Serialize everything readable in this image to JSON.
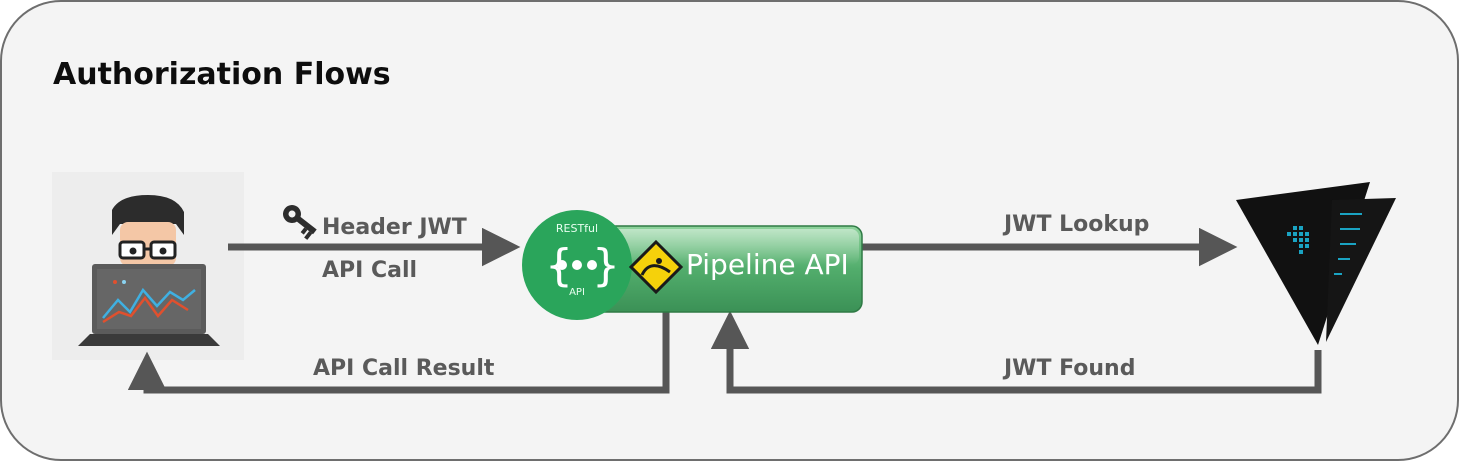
{
  "diagram": {
    "title": "Authorization Flows",
    "nodes": {
      "client": {
        "icon": "developer-at-laptop-icon"
      },
      "api": {
        "label": "Pipeline API",
        "badge_top": "RESTful",
        "badge_bottom": "API",
        "icon": "restful-api-icon"
      },
      "vault": {
        "icon": "vault-logo-icon"
      }
    },
    "edges": {
      "request": {
        "label_line1": "Header JWT",
        "label_line2": "API Call",
        "icon": "key-icon"
      },
      "lookup": {
        "label": "JWT Lookup"
      },
      "found": {
        "label": "JWT Found"
      },
      "result": {
        "label": "API Call Result"
      }
    },
    "colors": {
      "panel_bg": "#f4f4f4",
      "arrow": "#565656",
      "api_green": "#2aa55b",
      "api_box_green": "#4ea86a",
      "vault_black": "#111111",
      "vault_accent": "#1aa3c2"
    }
  }
}
